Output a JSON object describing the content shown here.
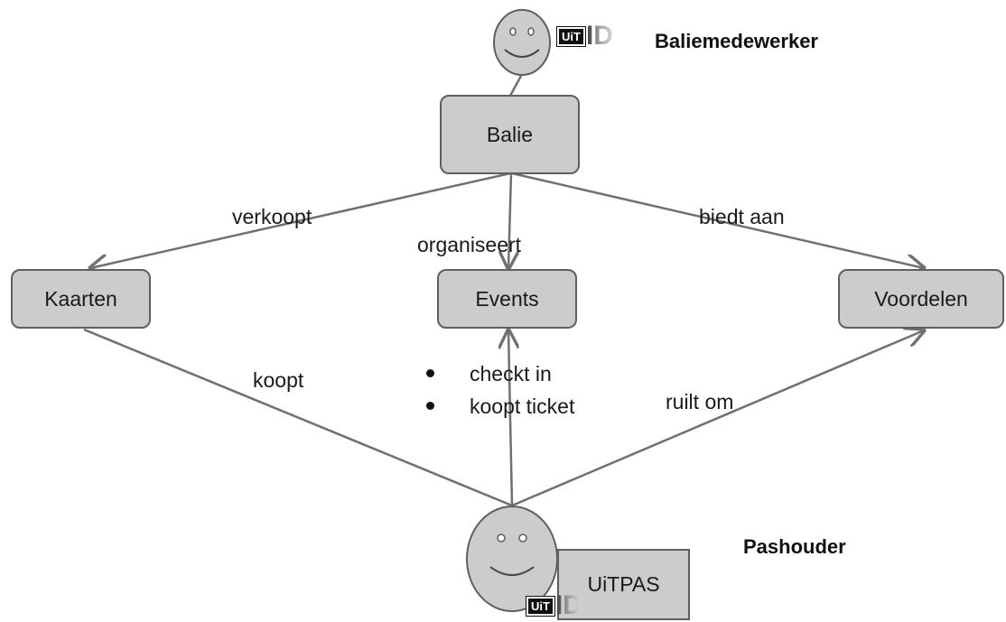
{
  "actors": {
    "top": {
      "role": "Baliemedewerker",
      "logo_badge": "UiT",
      "logo_suffix": "ID"
    },
    "bottom": {
      "role": "Pashouder",
      "card": "UiTPAS",
      "logo_badge": "UiT",
      "logo_suffix": "ID"
    }
  },
  "nodes": {
    "balie": "Balie",
    "kaarten": "Kaarten",
    "events": "Events",
    "voordelen": "Voordelen"
  },
  "edge_labels": {
    "verkoopt": "verkoopt",
    "organiseert": "organiseert",
    "biedt_aan": "biedt aan",
    "koopt": "koopt",
    "ruilt_om": "ruilt om"
  },
  "event_actions": [
    "checkt in",
    "koopt ticket"
  ],
  "colors": {
    "node_fill": "#cccccc",
    "node_border": "#5f5f5f",
    "edge": "#707070"
  }
}
